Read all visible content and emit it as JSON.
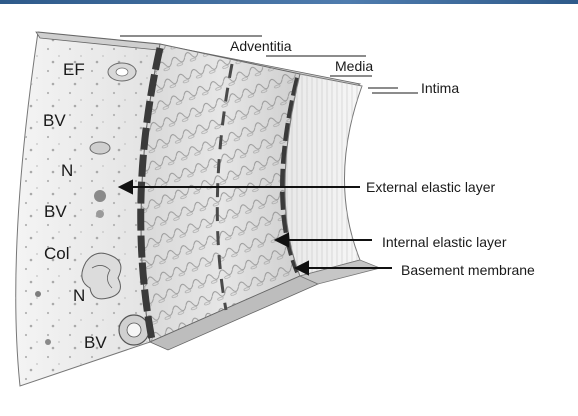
{
  "diagram": {
    "layer_labels": {
      "adventitia": "Adventitia",
      "media": "Media",
      "intima": "Intima"
    },
    "structure_labels": {
      "external_elastic": "External elastic layer",
      "internal_elastic": "Internal elastic layer",
      "basement_membrane": "Basement membrane"
    },
    "adventitia_labels": {
      "ef": "EF",
      "bv1": "BV",
      "n1": "N",
      "bv2": "BV",
      "col": "Col",
      "n2": "N",
      "bv3": "BV"
    }
  },
  "colors": {
    "ink": "#1a1a1a",
    "tissue_light": "#ececec",
    "tissue_mid": "#d4d4d4",
    "elastic_dark": "#3a3a3a",
    "top_bar": "#3d6a9c"
  }
}
